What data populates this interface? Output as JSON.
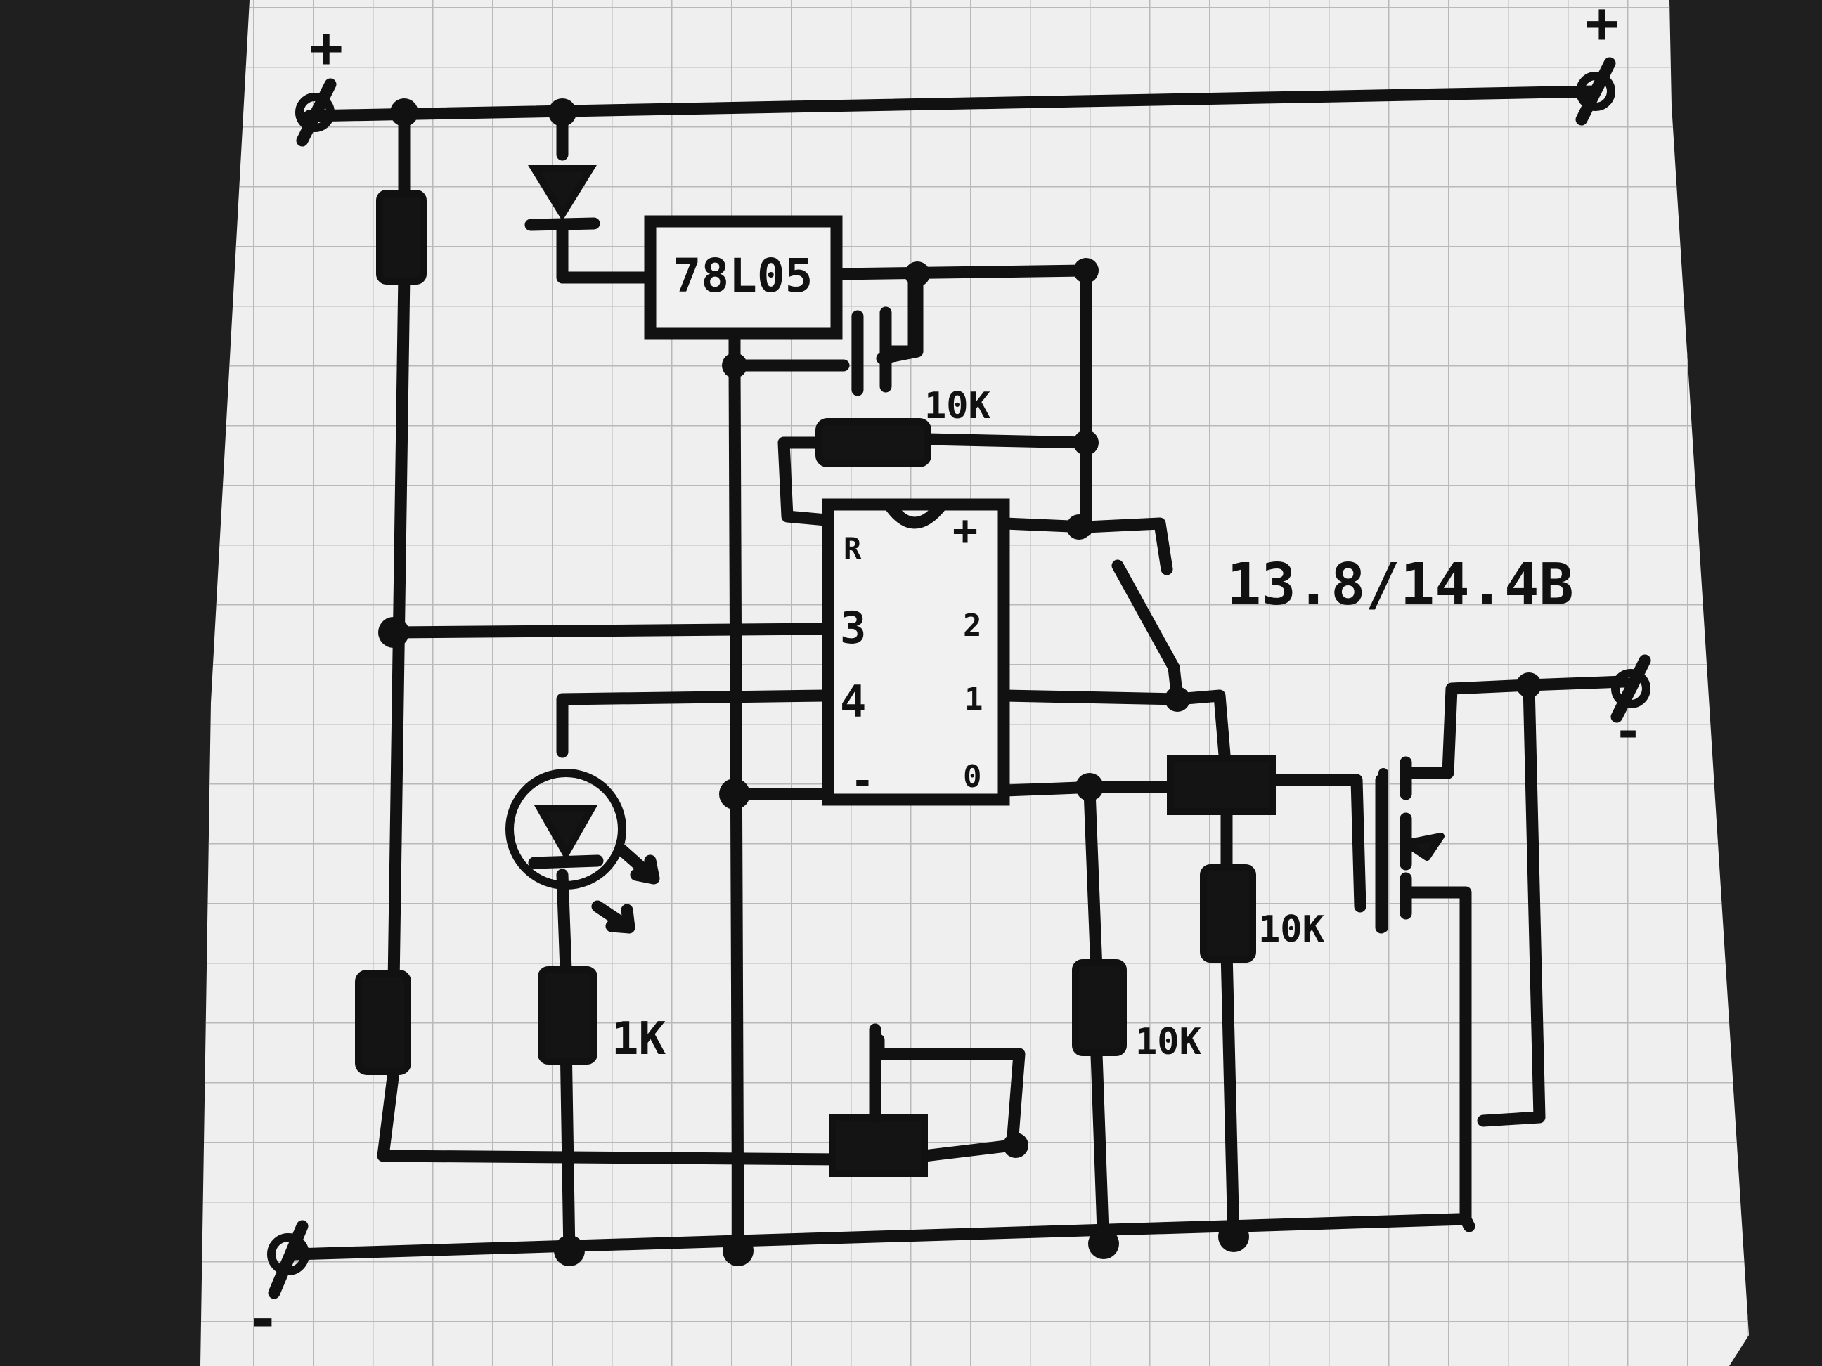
{
  "palette": {
    "background": "#1f1f1f",
    "paper": "#efefef",
    "grid": "#b9b9b9",
    "ink": "#111111"
  },
  "labels": {
    "plus_left": "+",
    "plus_right": "+",
    "terminal_symbol": "Ø",
    "minus_bottom": "-",
    "minus_right": "-",
    "regulator": "78L05",
    "r_feedback": "10K",
    "ic_pin_r": "R",
    "ic_pin_plus": "+",
    "ic_pin_3": "3",
    "ic_pin_2": "2",
    "ic_pin_4": "4",
    "ic_pin_1": "1",
    "ic_pin_minus": "-",
    "ic_pin_0": "0",
    "relay_voltage": "13.8/14.4B",
    "r_led": "1K",
    "r_gate_pulldown": "10K",
    "r_divider": "10K"
  }
}
